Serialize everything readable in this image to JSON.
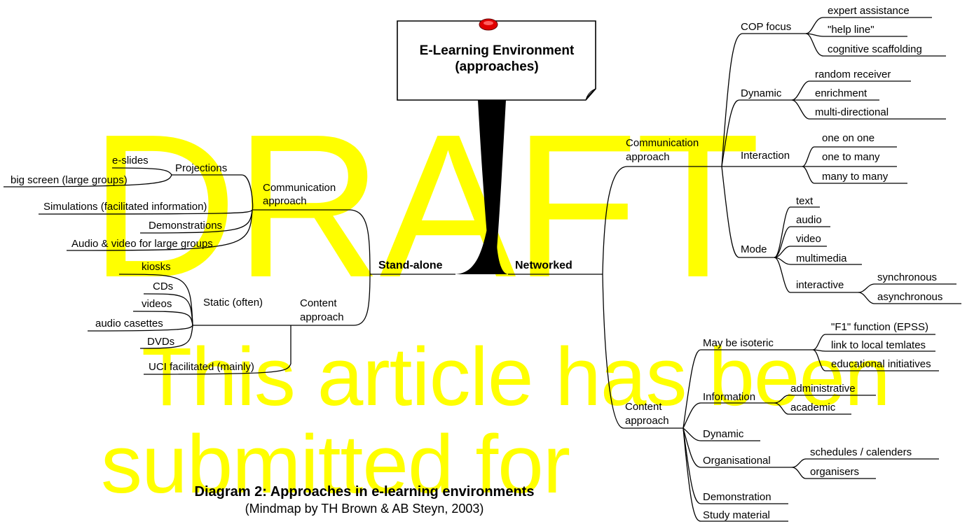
{
  "root": {
    "line1": "E-Learning Environment",
    "line2": "(approaches)"
  },
  "watermark": {
    "line1": "DRAFT",
    "line2": "This article has been",
    "line3": "submitted for"
  },
  "left": {
    "title": "Stand-alone",
    "comm": {
      "line1": "Communication",
      "line2": "approach",
      "projections": {
        "label": "Projections",
        "items": [
          "e-slides",
          "big screen (large groups)"
        ]
      },
      "items": [
        "Simulations (facilitated information)",
        "Demonstrations",
        "Audio & video for large groups"
      ]
    },
    "content": {
      "line1": "Content",
      "line2": "approach",
      "static": {
        "label": "Static (often)",
        "items": [
          "kiosks",
          "CDs",
          "videos",
          "audio casettes",
          "DVDs"
        ]
      },
      "uci": "UCI facilitated (mainly)"
    }
  },
  "right": {
    "title": "Networked",
    "comm": {
      "line1": "Communication",
      "line2": "approach",
      "cop": {
        "label": "COP focus",
        "items": [
          "expert assistance",
          "\"help line\"",
          "cognitive scaffolding"
        ]
      },
      "dynamic": {
        "label": "Dynamic",
        "items": [
          "random receiver",
          "enrichment",
          "multi-directional"
        ]
      },
      "interaction": {
        "label": "Interaction",
        "items": [
          "one on one",
          "one to many",
          "many to many"
        ]
      },
      "mode": {
        "label": "Mode",
        "items": [
          "text",
          "audio",
          "video",
          "multimedia"
        ],
        "interactive": {
          "label": "interactive",
          "items": [
            "synchronous",
            "asynchronous"
          ]
        }
      }
    },
    "content": {
      "line1": "Content",
      "line2": "approach",
      "isoteric": {
        "label": "May be isoteric",
        "items": [
          "\"F1\" function (EPSS)",
          "link to local temlates",
          "educational initiatives"
        ]
      },
      "information": {
        "label": "Information",
        "items": [
          "administrative",
          "academic"
        ]
      },
      "dynamic": "Dynamic",
      "organisational": {
        "label": "Organisational",
        "items": [
          "schedules / calenders",
          "organisers"
        ]
      },
      "demonstration": "Demonstration",
      "study": "Study material"
    }
  },
  "caption": {
    "title": "Diagram 2:  Approaches in e-learning environments",
    "subtitle": "(Mindmap by TH Brown & AB Steyn, 2003)"
  },
  "colors": {
    "watermark": "#ffff00",
    "pin": "#e00000",
    "lines": "#000000"
  }
}
